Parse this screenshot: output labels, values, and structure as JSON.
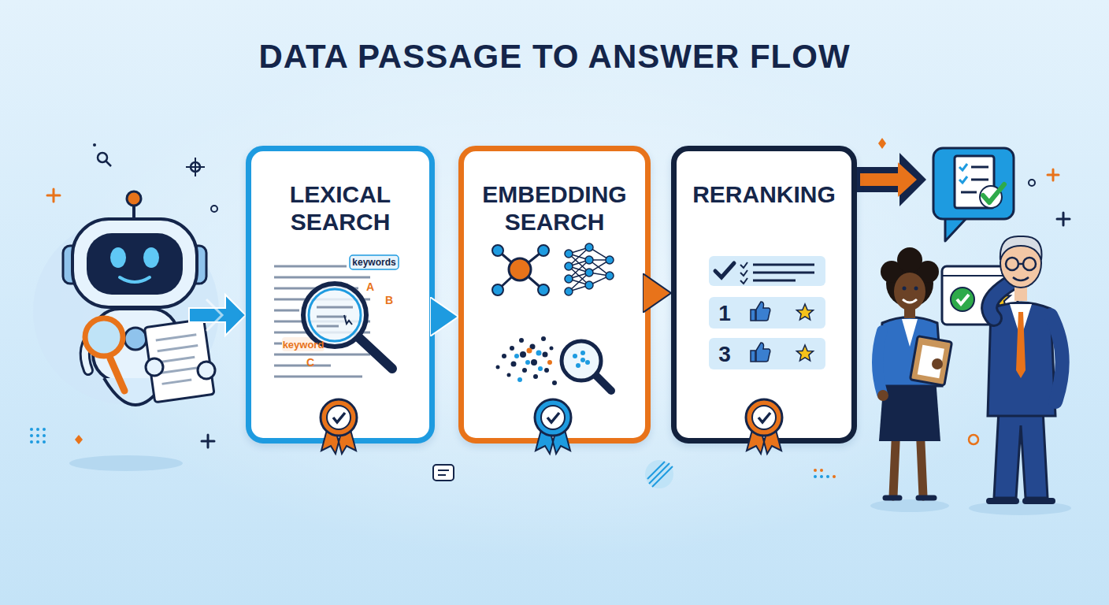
{
  "diagram": {
    "title": "DATA PASSAGE TO ANSWER FLOW",
    "nodes": [
      {
        "text": [
          "LEXICAL SEARCH"
        ]
      },
      {
        "text": [
          "EMBEDDING SEARCH"
        ]
      },
      {
        "text": [
          "RERANKING"
        ]
      }
    ],
    "edges": [
      {
        "from": 0,
        "to": 1,
        "arrow": "to"
      },
      {
        "from": 1,
        "to": 2,
        "arrow": "to"
      }
    ],
    "labels": [
      "keywords",
      "A",
      "B",
      "keyword",
      "C",
      "1",
      "3"
    ]
  }
}
